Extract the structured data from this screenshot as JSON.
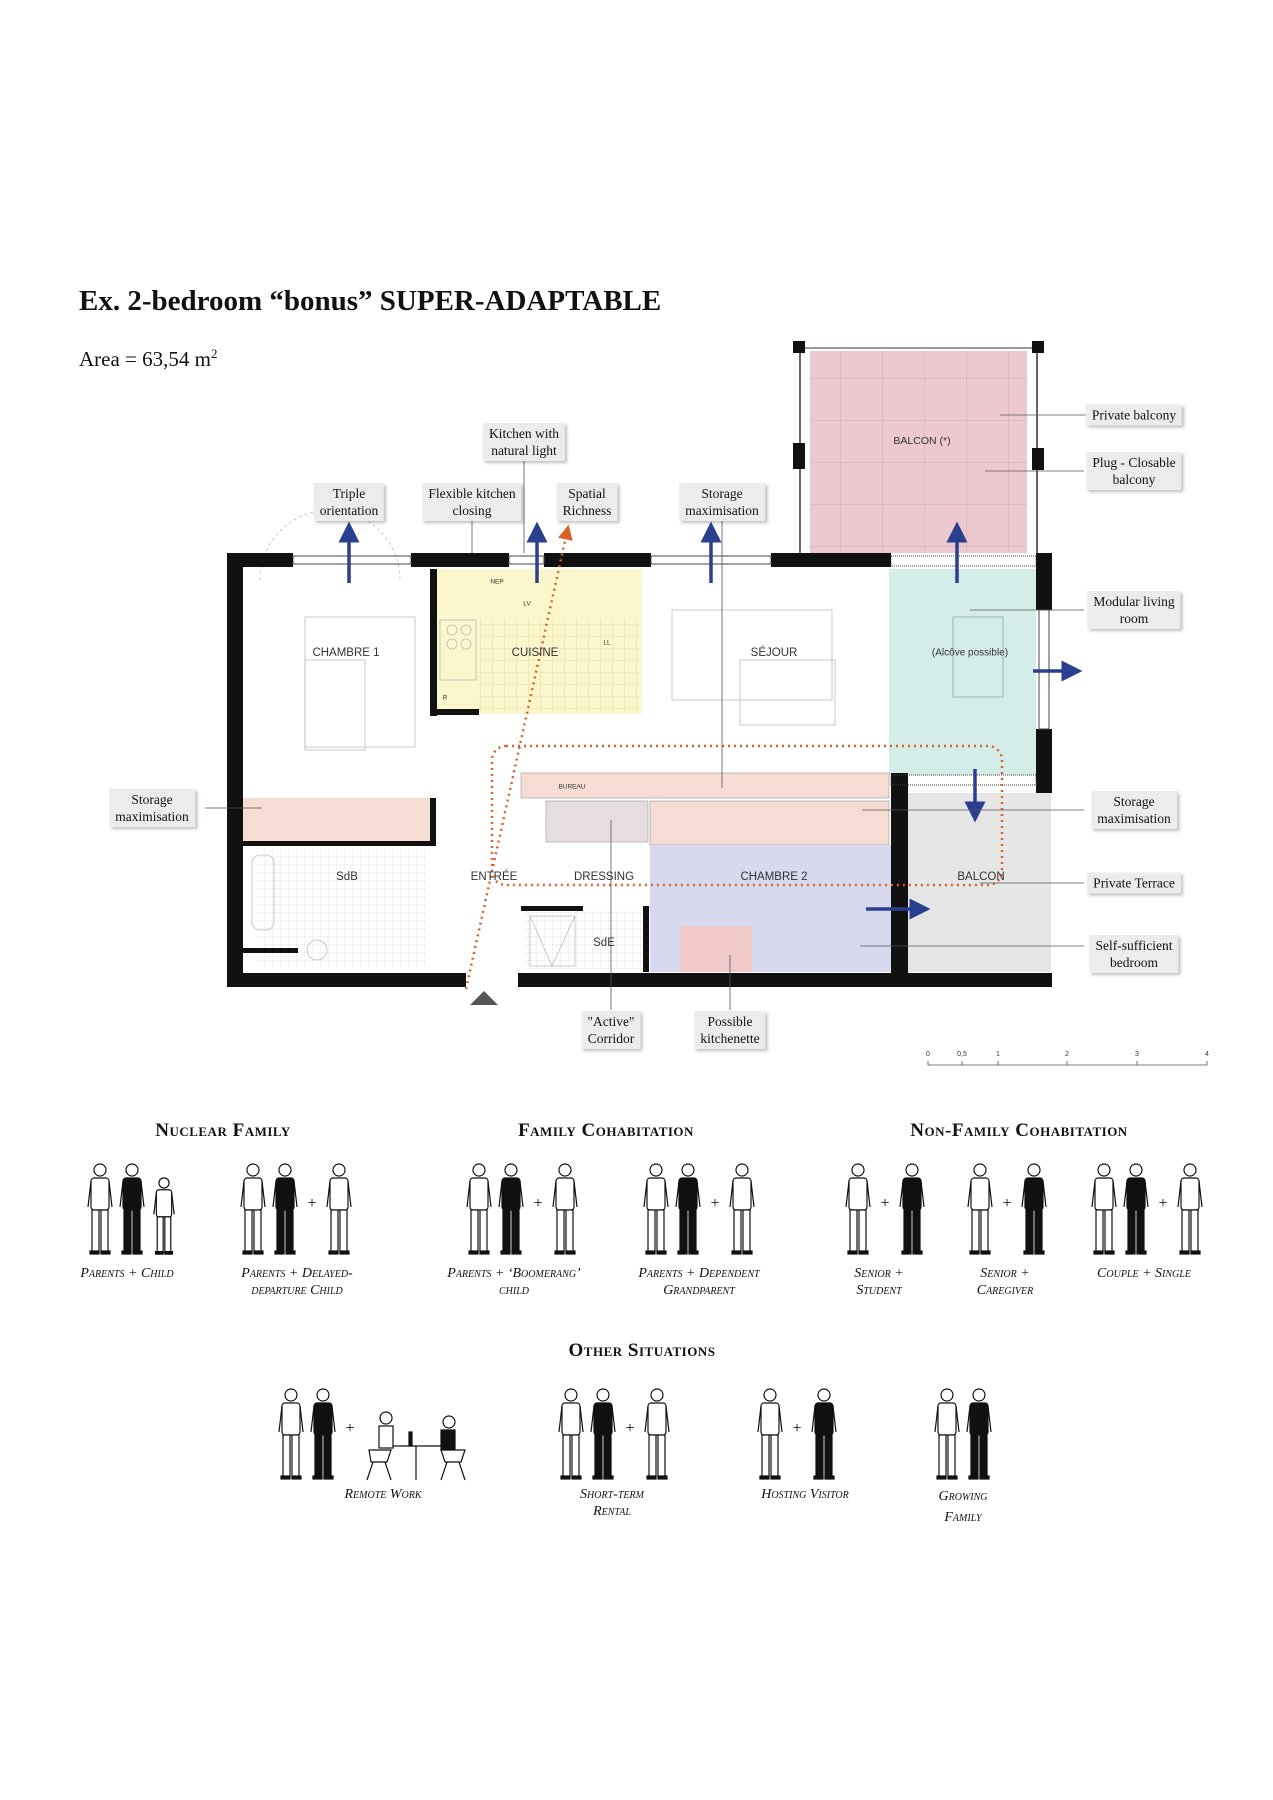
{
  "header": {
    "title": "Ex. 2-bedroom “bonus” SUPER-ADAPTABLE",
    "area_label": "Area = 63,54 m",
    "area_exp": "2"
  },
  "plan": {
    "rooms": {
      "chambre1": "CHAMBRE 1",
      "cuisine": "CUISINE",
      "sejour": "SÉJOUR",
      "alcove": "(Alcôve possible)",
      "balcon_top": "BALCON (*)",
      "bureau": "BUREAU",
      "sdb": "SdB",
      "entree": "ENTRÉE",
      "dressing": "DRESSING",
      "chambre2": "CHAMBRE 2",
      "balcon": "BALCON",
      "sde": "SdE",
      "lv": "LV",
      "ll": "LL",
      "r": "R",
      "nep": "NEP"
    },
    "callouts": {
      "kitchen_light": [
        "Kitchen with",
        "natural light"
      ],
      "triple": [
        "Triple",
        "orientation"
      ],
      "flex_kitchen": [
        "Flexible kitchen",
        "closing"
      ],
      "spatial": [
        "Spatial",
        "Richness"
      ],
      "storage_top": [
        "Storage",
        "maximisation"
      ],
      "private_balcony": [
        "Private balcony"
      ],
      "plug": [
        "Plug - Closable",
        "balcony"
      ],
      "modular": [
        "Modular living",
        "room"
      ],
      "storage_right": [
        "Storage",
        "maximisation"
      ],
      "terrace": [
        "Private Terrace"
      ],
      "self_bedroom": [
        "Self-sufficient",
        "bedroom"
      ],
      "storage_left": [
        "Storage",
        "maximisation"
      ],
      "corridor": [
        "\"Active\"",
        "Corridor"
      ],
      "kitchenette": [
        "Possible",
        "kitchenette"
      ]
    },
    "scale_bar": [
      "0",
      "0,5",
      "1",
      "2",
      "3",
      "4"
    ],
    "colors": {
      "arrow": "#2b3f8f",
      "path": "#d9622b",
      "kitchen": "#fbf6cc",
      "living": "#d5ede9",
      "bedroom2": "#d7daef",
      "storage": "#f6ddd3",
      "balcony": "#ecc9cf",
      "terrace": "#e6e6e6"
    }
  },
  "people": {
    "nuclear": {
      "title": "Nuclear Family",
      "items": [
        {
          "l1": "Parents + Child",
          "l2": ""
        },
        {
          "l1": "Parents + Delayed-",
          "l2": "departure Child"
        }
      ]
    },
    "family": {
      "title": "Family Cohabitation",
      "items": [
        {
          "l1": "Parents + ‘Boomerang’",
          "l2": "child"
        },
        {
          "l1": "Parents + Dependent",
          "l2": "Grandparent"
        }
      ]
    },
    "nonfamily": {
      "title": "Non-Family Cohabitation",
      "items": [
        {
          "l1": "Senior +",
          "l2": "Student"
        },
        {
          "l1": "Senior +",
          "l2": "Caregiver"
        },
        {
          "l1": "Couple + Single",
          "l2": ""
        }
      ]
    },
    "other": {
      "title": "Other Situations",
      "items": [
        {
          "l1": "Remote Work",
          "l2": ""
        },
        {
          "l1": "Short-term",
          "l2": "Rental"
        },
        {
          "l1": "Hosting Visitor",
          "l2": ""
        },
        {
          "l1": "Growing",
          "l2": "Family"
        }
      ]
    },
    "plus": "+"
  }
}
